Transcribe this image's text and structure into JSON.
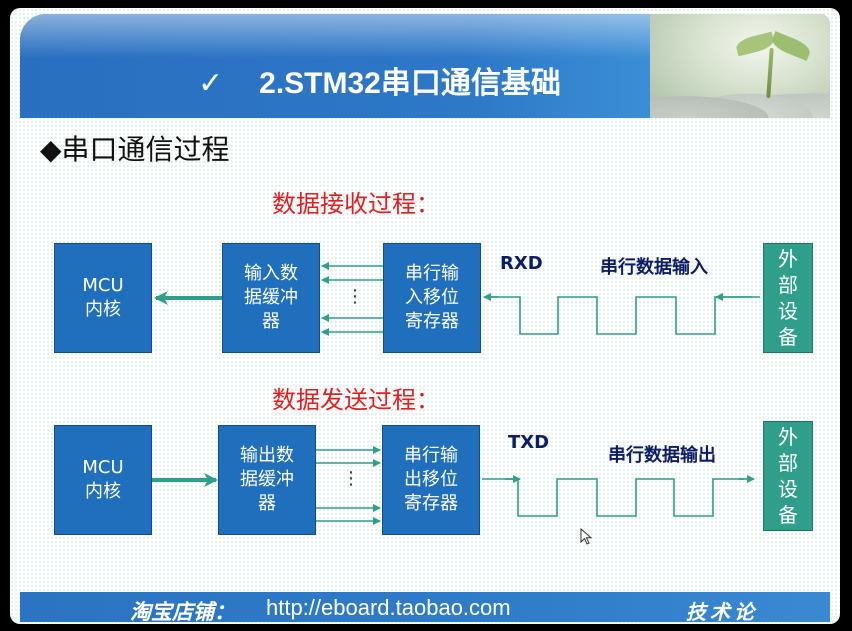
{
  "header": {
    "check": "✓",
    "title": "2.STM32串口通信基础"
  },
  "section": {
    "title": "◆串口通信过程"
  },
  "receive": {
    "title": "数据接收过程：",
    "mcu": "MCU\n内核",
    "buffer": "输入数\n据缓冲\n器",
    "shift_register": "串行输\n入移位\n寄存器",
    "dots": "⋮",
    "signal_label": "RXD",
    "signal_desc": "串行数据输入",
    "device": "外\n部\n设\n备"
  },
  "send": {
    "title": "数据发送过程：",
    "mcu": "MCU\n内核",
    "buffer": "输出数\n据缓冲\n器",
    "shift_register": "串行输\n出移位\n寄存器",
    "dots": "⋮",
    "signal_label": "TXD",
    "signal_desc": "串行数据输出",
    "device": "外\n部\n设\n备"
  },
  "footer": {
    "shop": "淘宝店铺：",
    "url": "http://eboard.taobao.com",
    "forum": "技术论"
  },
  "colors": {
    "box_blue": "#1f6fbd",
    "box_teal": "#2f9e8a",
    "arrow_green": "#2f9e8a",
    "title_red": "#e02020",
    "label_navy": "#0c1d66"
  }
}
